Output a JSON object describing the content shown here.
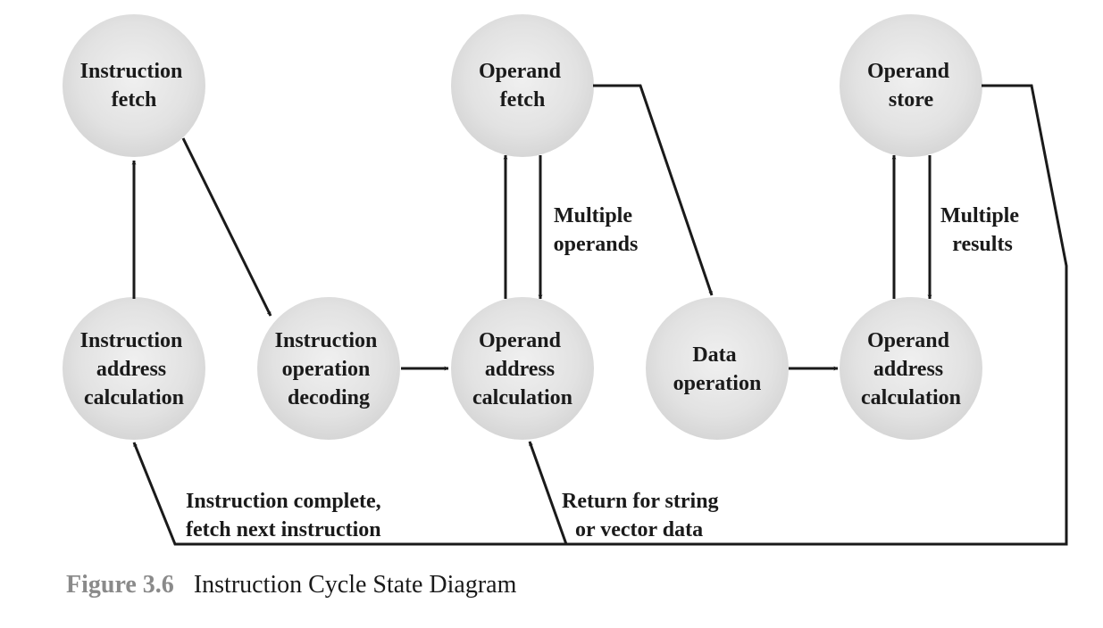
{
  "nodes": [
    {
      "id": "instruction-fetch",
      "lines": [
        "Instruction",
        "fetch"
      ]
    },
    {
      "id": "operand-fetch",
      "lines": [
        "Operand",
        "fetch"
      ]
    },
    {
      "id": "operand-store",
      "lines": [
        "Operand",
        "store"
      ]
    },
    {
      "id": "instruction-address-calculation",
      "lines": [
        "Instruction",
        "address",
        "calculation"
      ]
    },
    {
      "id": "instruction-operation-decoding",
      "lines": [
        "Instruction",
        "operation",
        "decoding"
      ]
    },
    {
      "id": "operand-address-calculation-1",
      "lines": [
        "Operand",
        "address",
        "calculation"
      ]
    },
    {
      "id": "data-operation",
      "lines": [
        "Data",
        "operation"
      ]
    },
    {
      "id": "operand-address-calculation-2",
      "lines": [
        "Operand",
        "address",
        "calculation"
      ]
    }
  ],
  "annotations": {
    "multiple_operands": [
      "Multiple",
      "operands"
    ],
    "multiple_results": [
      "Multiple",
      "results"
    ],
    "instruction_complete": [
      "Instruction complete,",
      "fetch next instruction"
    ],
    "return_for_string": [
      "Return for string",
      "or vector data"
    ]
  },
  "caption": {
    "label": "Figure 3.6",
    "title": "Instruction Cycle State Diagram"
  },
  "colors": {
    "node_fill_light": "#efefef",
    "node_fill_dark": "#d8d8d8",
    "line": "#1a1a1a",
    "caption_label": "#8a8a8a"
  }
}
